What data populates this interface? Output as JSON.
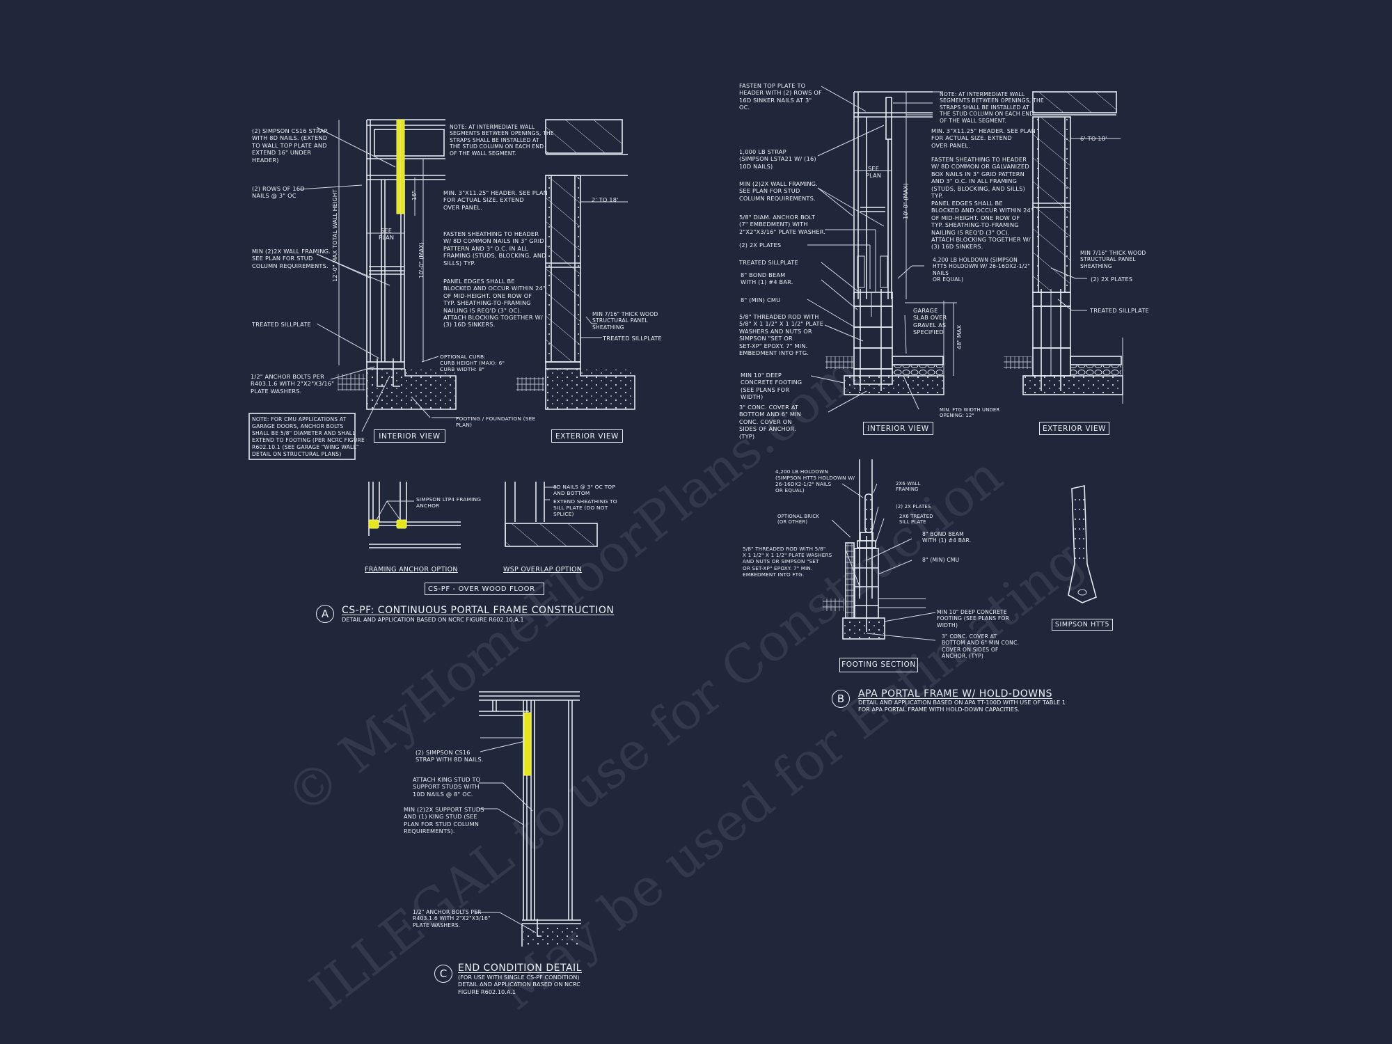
{
  "watermark": {
    "line1": "© MyHomeFloorPlans.com",
    "line2": "ILLEGAL to use for Construction",
    "line3": "May be used for Estimating"
  },
  "detail_a": {
    "bubble": "A",
    "title": "CS-PF: CONTINUOUS PORTAL FRAME CONSTRUCTION",
    "subtitle": "DETAIL AND APPLICATION BASED ON NCRC FIGURE R602.10.A.1",
    "interior_view": {
      "tag": "INTERIOR VIEW",
      "notes": {
        "strap": "(2) SIMPSON CS16 STRAP\nWITH 8d NAILS. (EXTEND\nTO WALL TOP PLATE AND\nEXTEND 16\" UNDER\nHEADER)",
        "nails": "(2) ROWS OF 16d\nNAILS @ 3\" OC",
        "framing": "MIN (2)2X WALL FRAMING.\nSEE PLAN FOR STUD\nCOLUMN REQUIREMENTS.",
        "sillplate": "TREATED SILLPLATE",
        "anchor": "1/2\" ANCHOR BOLTS PER\nR403.1.6 WITH 2\"x2\"x3/16\"\nPLATE WASHERS.",
        "cmu_note": "NOTE: FOR CMU APPLICATIONS AT\nGARAGE DOORS, ANCHOR BOLTS\nSHALL BE 5/8\" DIAMETER AND SHALL\nEXTEND TO FOOTING (PER NCRC FIGURE\nR602.10.1 (SEE GARAGE \"WING WALL\"\nDETAIL ON STRUCTURAL PLANS)",
        "intermediate": "NOTE: AT INTERMEDIATE WALL\nSEGMENTS BETWEEN OPENINGS, THE\nSTRAPS SHALL BE INSTALLED AT\nTHE STUD COLUMN ON EACH END\nOF THE WALL SEGMENT.",
        "header": "MIN. 3\"x11.25\" HEADER. SEE PLAN\nFOR ACTUAL SIZE. EXTEND\nOVER PANEL.",
        "fasten": "FASTEN SHEATHING TO HEADER\nW/ 8d COMMON NAILS IN 3\" GRID\nPATTERN AND 3\" O.C. IN ALL\nFRAMING (STUDS, BLOCKING, AND\nSILLS) TYP.",
        "panel_edges": "PANEL EDGES SHALL BE\nBLOCKED AND OCCUR WITHIN 24\"\nOF MID-HEIGHT. ONE ROW OF\nTYP. SHEATHING-TO-FRAMING\nNAILING IS REQ'D (3\" OC).\nATTACH BLOCKING TOGETHER W/\n(3) 16d SINKERS.",
        "curb": "OPTIONAL CURB:\nCURB HEIGHT (MAX): 6\"\nCURB WIDTH: 8\"",
        "footing": "FOOTING / FOUNDATION (SEE\nPLAN)"
      },
      "dims": {
        "see_plan": "SEE\nPLAN",
        "sixteen": "16\"",
        "wall_height": "12'-0\" MAX TOTAL WALL HEIGHT",
        "ten_max": "10'-0\" (MAX)"
      }
    },
    "exterior_view": {
      "tag": "EXTERIOR VIEW",
      "notes": {
        "width": "2' TO 18'",
        "sheathing": "MIN 7/16\" THICK WOOD\nSTRUCTURAL PANEL\nSHEATHING",
        "sillplate": "TREATED SILLPLATE"
      }
    },
    "options": {
      "framing_anchor": {
        "label": "FRAMING ANCHOR OPTION",
        "note": "SIMPSON LTP4 FRAMING\nANCHOR"
      },
      "wsp_overlap": {
        "label": "WSP OVERLAP OPTION",
        "note1": "8d NAILS @ 3\" OC TOP\nAND BOTTOM",
        "note2": "EXTEND SHEATHING TO\nSILL PLATE (DO NOT\nSPLICE)"
      },
      "tag": "CS-PF - OVER WOOD FLOOR"
    }
  },
  "detail_b": {
    "bubble": "B",
    "title": "APA PORTAL FRAME W/ HOLD-DOWNS",
    "subtitle": "DETAIL AND APPLICATION BASED ON APA TT-100D WITH USE OF TABLE 1\nFOR APA PORTAL FRAME WITH HOLD-DOWN CAPACITIES.",
    "interior_view": {
      "tag": "INTERIOR VIEW",
      "notes": {
        "fasten_top": "FASTEN TOP PLATE TO\nHEADER WITH (2) ROWS OF\n16d SINKER NAILS AT 3\"\nOC.",
        "strap": "1,000 LB STRAP\n(SIMPSON LSTA21 W/ (16)\n10d NAILS)",
        "framing": "MIN (2)2X WALL FRAMING.\nSEE PLAN FOR STUD\nCOLUMN REQUIREMENTS.",
        "anchor_bolt": "5/8\" DIAM. ANCHOR BOLT\n(7\" EMBEDMENT) WITH\n2\"x2\"x3/16\" PLATE WASHER.",
        "plates": "(2) 2x PLATES",
        "sillplate": "TREATED SILLPLATE",
        "bond_beam": "8\" BOND BEAM\nWITH (1) #4 BAR.",
        "cmu": "8\" (MIN) CMU",
        "rod": "5/8\" THREADED ROD WITH\n5/8\" x 1 1/2\" x 1 1/2\" PLATE\nWASHERS AND NUTS OR\nSIMPSON \"SET OR\nSET-XP\" EPOXY. 7\" MIN.\nEMBEDMENT INTO FTG.",
        "footing": "MIN 10\" DEEP\nCONCRETE FOOTING\n(SEE PLANS FOR\nWIDTH)",
        "cover": "3\" CONC. COVER AT\nBOTTOM AND 6\" MIN\nCONC. COVER ON\nSIDES OF ANCHOR.\n(TYP)",
        "intermediate": "NOTE: AT INTERMEDIATE WALL\nSEGMENTS BETWEEN OPENINGS, THE\nSTRAPS SHALL BE INSTALLED AT\nTHE STUD COLUMN ON EACH END\nOF THE WALL SEGMENT.",
        "header": "MIN. 3\"x11.25\" HEADER. SEE PLAN\nFOR ACTUAL SIZE. EXTEND\nOVER PANEL.",
        "fasten": "FASTEN SHEATHING TO HEADER\nW/ 8d COMMON OR GALVANIZED\nBOX NAILS IN 3\" GRID PATTERN\nAND 3\" O.C. IN ALL FRAMING\n(STUDS, BLOCKING, AND SILLS)\nTYP.",
        "panel_edges": "PANEL EDGES SHALL BE\nBLOCKED AND OCCUR WITHIN 24\"\nOF MID-HEIGHT. ONE ROW OF\nTYP. SHEATHING-TO-FRAMING\nNAILING IS REQ'D (3\" OC).\nATTACH BLOCKING TOGETHER W/\n(3) 16d SINKERS.",
        "holdown": "4,200 LB HOLDOWN (SIMPSON\nHTT5 HOLDOWN W/ 26-16dx2-1/2\"\nNAILS\nOR EQUAL)",
        "garage": "GARAGE\nSLAB OVER\nGRAVEL AS\nSPECIFIED",
        "min_ftg": "MIN. FTG WIDTH UNDER\nOPENING: 12\""
      },
      "dims": {
        "see_plan": "SEE\nPLAN",
        "ten_max": "10'-0\" (MAX)",
        "forty_eight": "48\" MAX"
      }
    },
    "exterior_view": {
      "tag": "EXTERIOR VIEW",
      "notes": {
        "width": "6' TO 18'",
        "sheathing": "MIN 7/16\" THICK WOOD\nSTRUCTURAL PANEL\nSHEATHING",
        "plates": "(2) 2x PLATES",
        "sillplate": "TREATED SILLPLATE"
      }
    },
    "footing_section": {
      "tag": "FOOTING SECTION",
      "notes": {
        "holdown": "4,200 LB HOLDOWN\n(SIMPSON HTT5 HOLDOWN W/\n26-16dx2-1/2\" NAILS\nOR EQUAL)",
        "wall": "2X6 WALL\nFRAMING",
        "plates": "(2) 2x PLATES",
        "sill": "2X6 TREATED\nSILL PLATE",
        "brick": "OPTIONAL BRICK\n(OR OTHER)",
        "bond_beam": "8\" BOND BEAM\nWITH (1) #4 BAR.",
        "cmu": "8\" (MIN) CMU",
        "rod": "5/8\" THREADED ROD WITH 5/8\"\nx 1 1/2\" x 1 1/2\" PLATE WASHERS\nAND NUTS OR SIMPSON \"SET\nOR SET-XP\" EPOXY. 7\" MIN.\nEMBEDMENT INTO FTG.",
        "footing": "MIN 10\" DEEP CONCRETE\nFOOTING (SEE PLANS FOR\nWIDTH)",
        "cover": "3\" CONC. COVER AT\nBOTTOM AND 6\" MIN CONC.\nCOVER ON SIDES OF\nANCHOR. (TYP)"
      }
    },
    "htt5": {
      "tag": "SIMPSON HTT5"
    }
  },
  "detail_c": {
    "bubble": "C",
    "title": "END CONDITION DETAIL",
    "subtitle": "(FOR USE WITH SINGLE CS-PF CONDITION)\nDETAIL AND APPLICATION BASED ON NCRC\nFIGURE R602.10.A.1",
    "notes": {
      "strap": "(2) SIMPSON CS16\nSTRAP WITH 8d NAILS.",
      "king": "ATTACH KING STUD TO\nSUPPORT STUDS WITH\n10d NAILS @ 8\" OC.",
      "support": "MIN (2)2X SUPPORT STUDS\nAND (1) KING STUD (SEE\nPLAN FOR STUD COLUMN\nREQUIREMENTS).",
      "anchor": "1/2\" ANCHOR BOLTS PER\nR403.1.6 WITH 2\"x2\"x3/16\"\nPLATE WASHERS."
    }
  },
  "colors": {
    "background": "#21273a",
    "linework": "#e8ebf2",
    "strap_highlight": "#e6e61e"
  }
}
